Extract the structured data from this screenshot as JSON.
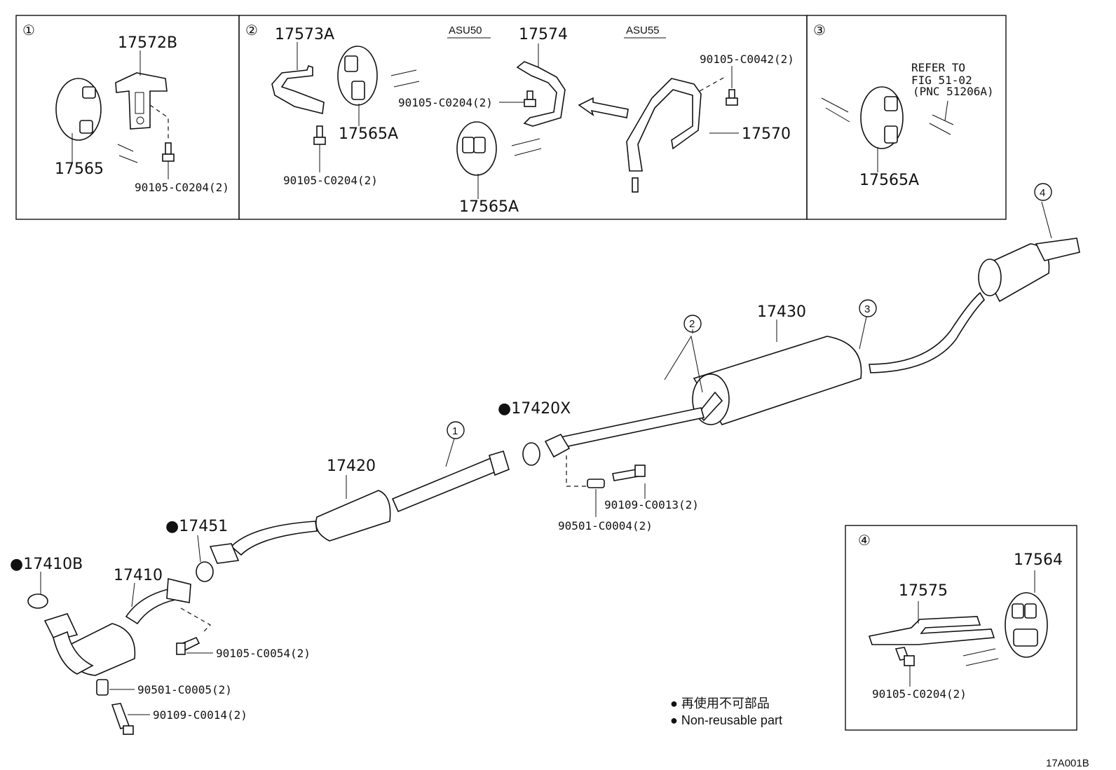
{
  "panel1": {
    "marker": "①",
    "bracket": "17572B",
    "hanger": "17565",
    "bolt": "90105-C0204(2)"
  },
  "panel2": {
    "marker": "②",
    "variant_a": "ASU50",
    "variant_b": "ASU55",
    "bracket_a": "17573A",
    "hanger_a": "17565A",
    "bolt_a": "90105-C0204(2)",
    "bracket_b": "17574",
    "bolt_b": "90105-C0204(2)",
    "hanger_b": "17565A",
    "bracket_c": "17570",
    "bolt_c": "90105-C0042(2)"
  },
  "panel3": {
    "marker": "③",
    "refer_line1": "REFER TO",
    "refer_line2": "FIG 51-02",
    "refer_line3": "(PNC 51206A)",
    "hanger": "17565A"
  },
  "panel4": {
    "marker": "④",
    "bracket": "17575",
    "hanger": "17564",
    "bolt": "90105-C0204(2)"
  },
  "main": {
    "muffler": "17430",
    "callout_2": "②",
    "callout_3": "③",
    "callout_4": "④",
    "callout_1": "①",
    "gasket_17420x": "●17420X",
    "center_pipe": "17420",
    "gasket_17451": "●17451",
    "gasket_17410b": "●17410B",
    "front_pipe": "17410",
    "bolt_c0054": "90105-C0054(2)",
    "spring_c0005": "90501-C0005(2)",
    "bolt_c0014": "90109-C0014(2)",
    "bolt_c0013": "90109-C0013(2)",
    "spring_c0004": "90501-C0004(2)"
  },
  "legend": {
    "line1": "● 再使用不可部品",
    "line2": "● Non-reusable part"
  },
  "figure_code": "17A001B"
}
